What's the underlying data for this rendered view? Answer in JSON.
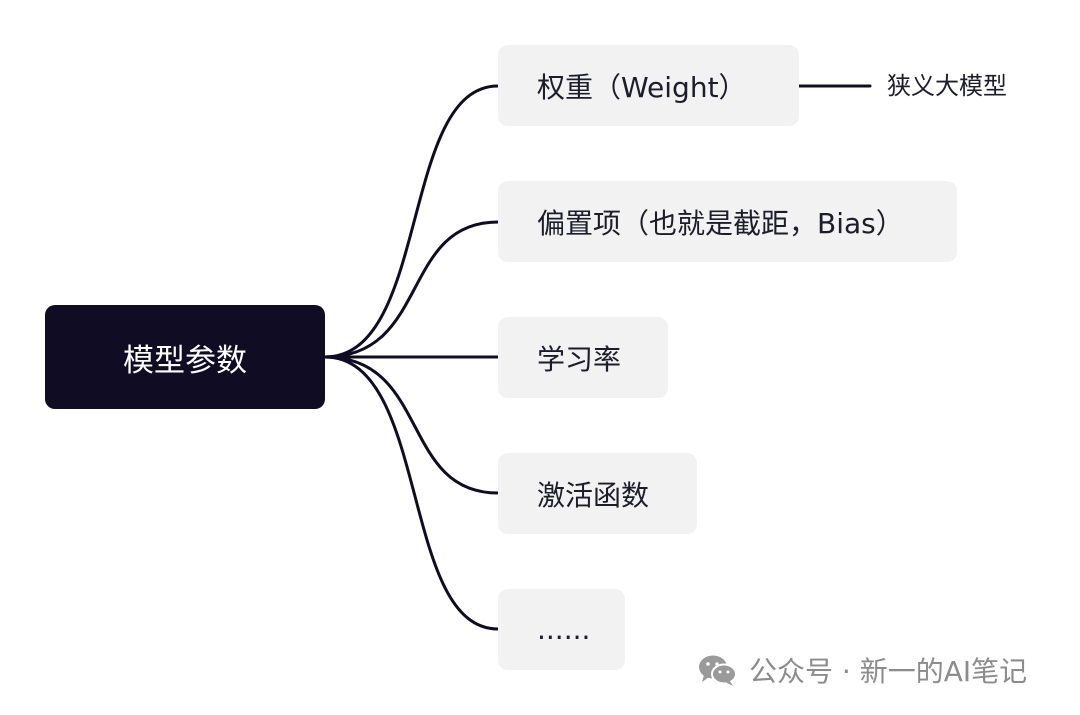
{
  "root": {
    "label": "模型参数"
  },
  "nodes": [
    {
      "label": "权重（Weight）"
    },
    {
      "label": "偏置项（也就是截距，Bias）"
    },
    {
      "label": "学习率"
    },
    {
      "label": "激活函数"
    },
    {
      "label": "......"
    }
  ],
  "side_note": {
    "label": "狭义大模型"
  },
  "watermark": {
    "text": "公众号 · 新一的AI笔记",
    "icon": "wechat-icon"
  },
  "colors": {
    "root_bg": "#0f0c24",
    "node_bg": "#f2f2f2",
    "line": "#0f0c24",
    "watermark": "#8c8c8c"
  }
}
